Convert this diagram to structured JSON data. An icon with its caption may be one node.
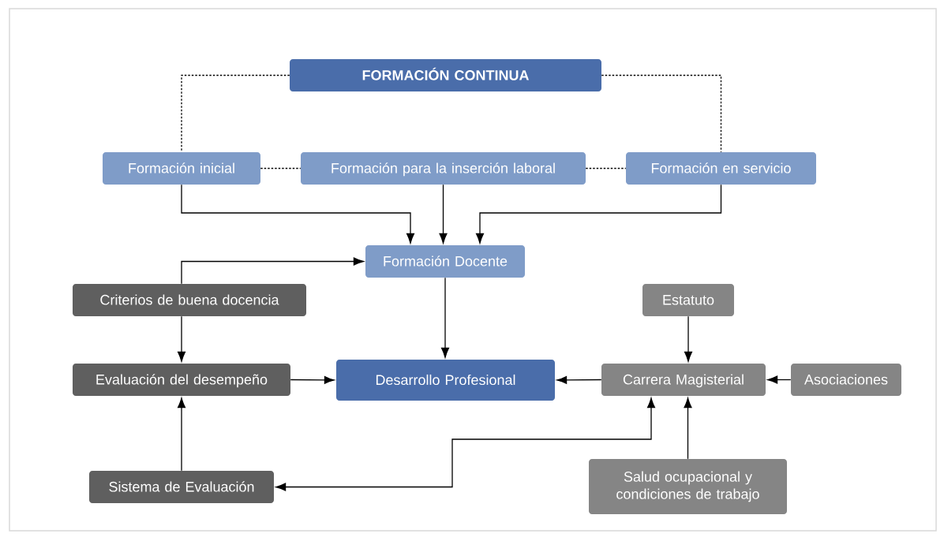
{
  "diagram": {
    "nodes": [
      {
        "text": [
          "FORMACIÓN CONTINUA"
        ]
      },
      {
        "text": [
          "Formación inicial"
        ]
      },
      {
        "text": [
          "Formación para la inserción laboral"
        ]
      },
      {
        "text": [
          "Formación en servicio"
        ]
      },
      {
        "text": [
          "Formación Docente"
        ]
      },
      {
        "text": [
          "Criterios de buena docencia"
        ]
      },
      {
        "text": [
          "Estatuto"
        ]
      },
      {
        "text": [
          "Evaluación del desempeño"
        ]
      },
      {
        "text": [
          "Desarrollo Profesional"
        ]
      },
      {
        "text": [
          "Carrera Magisterial"
        ]
      },
      {
        "text": [
          "Asociaciones"
        ]
      },
      {
        "text": [
          "Sistema de Evaluación"
        ]
      },
      {
        "text": [
          "Salud ocupacional y condiciones de trabajo"
        ]
      }
    ],
    "edges": [
      {
        "from": 0,
        "to": 1,
        "arrow": "none",
        "style": "dashed"
      },
      {
        "from": 0,
        "to": 3,
        "arrow": "none",
        "style": "dashed"
      },
      {
        "from": 1,
        "to": 2,
        "arrow": "none",
        "style": "dashed"
      },
      {
        "from": 2,
        "to": 3,
        "arrow": "none",
        "style": "dashed"
      },
      {
        "from": 1,
        "to": 4,
        "arrow": "to"
      },
      {
        "from": 2,
        "to": 4,
        "arrow": "to"
      },
      {
        "from": 3,
        "to": 4,
        "arrow": "to"
      },
      {
        "from": 5,
        "to": 4,
        "arrow": "to"
      },
      {
        "from": 5,
        "to": 7,
        "arrow": "to"
      },
      {
        "from": 4,
        "to": 8,
        "arrow": "to"
      },
      {
        "from": 7,
        "to": 8,
        "arrow": "to"
      },
      {
        "from": 9,
        "to": 8,
        "arrow": "to"
      },
      {
        "from": 6,
        "to": 9,
        "arrow": "to"
      },
      {
        "from": 10,
        "to": 9,
        "arrow": "to"
      },
      {
        "from": 11,
        "to": 7,
        "arrow": "to"
      },
      {
        "from": 9,
        "to": 11,
        "arrow": "both"
      },
      {
        "from": 12,
        "to": 9,
        "arrow": "to"
      }
    ]
  }
}
